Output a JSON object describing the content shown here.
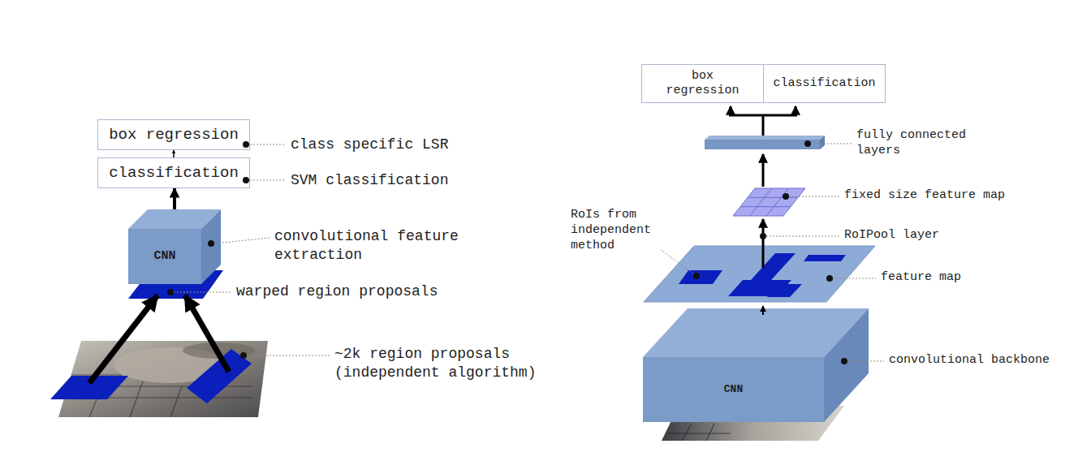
{
  "diagram": {
    "nodes": [
      {
        "text": [
          "box regression"
        ]
      },
      {
        "text": [
          "classification"
        ]
      },
      {
        "text": [
          "CNN"
        ]
      },
      {
        "text": [
          "box regression"
        ]
      },
      {
        "text": [
          "classification"
        ]
      },
      {
        "text": [
          "CNN"
        ]
      }
    ],
    "edges": [
      {
        "from": 1,
        "to": 0,
        "arrow": "to"
      },
      {
        "from": 2,
        "to": 1,
        "arrow": "to"
      }
    ],
    "labels": [
      "class specific LSR",
      "SVM classification",
      "convolutional feature extraction",
      "warped region proposals",
      "~2k region proposals (independent algorithm)",
      "fully connected layers",
      "fixed size feature map",
      "RoIs from independent method",
      "RoIPool layer",
      "feature map",
      "convolutional backbone"
    ]
  }
}
